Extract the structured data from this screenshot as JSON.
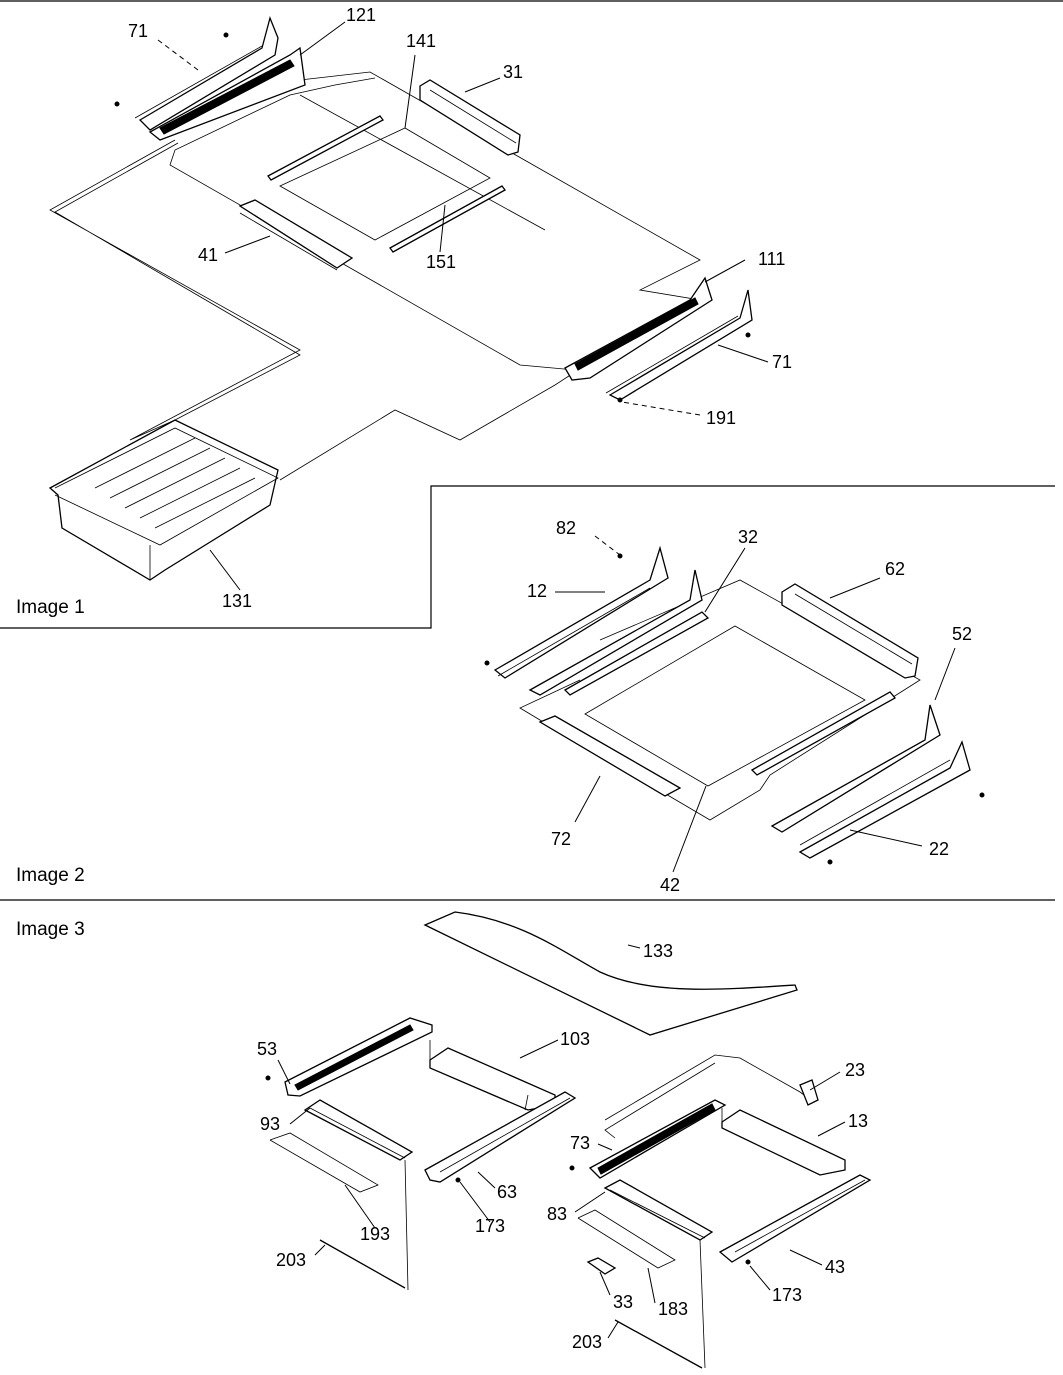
{
  "panels": {
    "image1": {
      "caption": "Image 1"
    },
    "image2": {
      "caption": "Image 2"
    },
    "image3": {
      "caption": "Image 3"
    }
  },
  "callouts": {
    "c71a": "71",
    "c121": "121",
    "c141": "141",
    "c31": "31",
    "c41": "41",
    "c151": "151",
    "c111": "111",
    "c71b": "71",
    "c191": "191",
    "c131": "131",
    "c82": "82",
    "c32": "32",
    "c62": "62",
    "c12": "12",
    "c52": "52",
    "c72": "72",
    "c42": "42",
    "c22": "22",
    "c133": "133",
    "c53": "53",
    "c103": "103",
    "c23": "23",
    "c93": "93",
    "c13": "13",
    "c73": "73",
    "c63": "63",
    "c193": "193",
    "c173a": "173",
    "c83": "83",
    "c203a": "203",
    "c43": "43",
    "c33": "33",
    "c183": "183",
    "c173b": "173",
    "c203b": "203"
  }
}
